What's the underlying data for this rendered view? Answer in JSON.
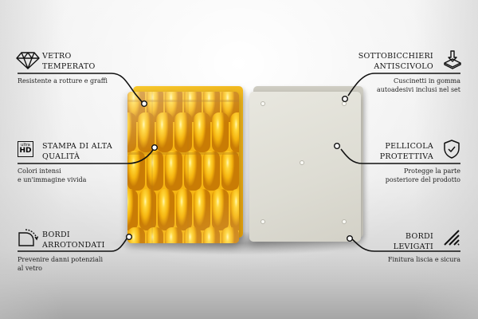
{
  "features_left": [
    {
      "id": "tempered-glass",
      "icon": "diamond-icon",
      "title_line1": "VETRO",
      "title_line2": "TEMPERATO",
      "desc_line1": "Resistente a rotture e graffi",
      "desc_line2": ""
    },
    {
      "id": "hd-print",
      "icon": "ultra-hd-icon",
      "icon_text_top": "ultra",
      "icon_text_main": "HD",
      "title_line1": "STAMPA DI ALTA",
      "title_line2": "QUALITÀ",
      "desc_line1": "Colori intensi",
      "desc_line2": "e un'immagine vivida"
    },
    {
      "id": "rounded-edges",
      "icon": "rounded-corner-icon",
      "title_line1": "BORDI",
      "title_line2": "ARROTONDATI",
      "desc_line1": "Prevenire danni potenziali",
      "desc_line2": "al vetro"
    }
  ],
  "features_right": [
    {
      "id": "anti-slip",
      "icon": "anti-slip-pad-icon",
      "title_line1": "SOTTOBICCHIERI",
      "title_line2": "ANTISCIVOLO",
      "desc_line1": "Cuscinetti in gomma",
      "desc_line2": "autoadesivi inclusi nel set"
    },
    {
      "id": "protective-film",
      "icon": "shield-check-icon",
      "title_line1": "PELLICOLA",
      "title_line2": "PROTETTIVA",
      "desc_line1": "Protegge la parte",
      "desc_line2": "posteriore del prodotto"
    },
    {
      "id": "smooth-edges",
      "icon": "smooth-edge-lines-icon",
      "title_line1": "BORDI",
      "title_line2": "LEVIGATI",
      "desc_line1": "Finitura liscia e sicura",
      "desc_line2": ""
    }
  ],
  "product": {
    "front_image": "corn-kernels-closeup",
    "front_color": "#f5b512",
    "back_color": "#e2e1d8"
  },
  "colors": {
    "text": "#111111",
    "line": "#111111"
  }
}
